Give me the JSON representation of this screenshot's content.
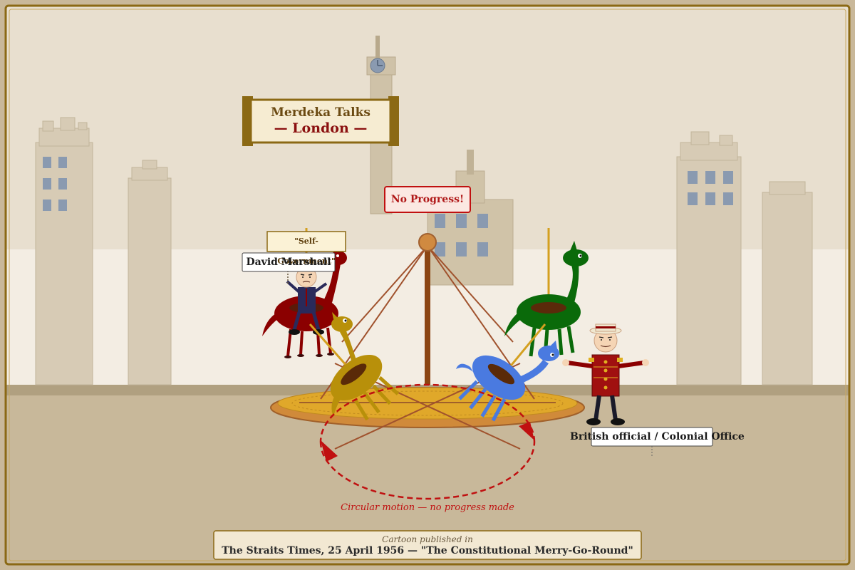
{
  "banner": {
    "line1": "Merdeka Talks",
    "line2": "— London —"
  },
  "speech": {
    "no_progress": "No Progress!"
  },
  "labels": {
    "self_government": "\"Self-Government\"",
    "david_marshall": "David Marshall",
    "british_official": "British official / Colonial Office"
  },
  "annotation": {
    "circular_motion": "Circular motion — no progress made"
  },
  "caption": {
    "published_in": "Cartoon published in",
    "source": "The Straits Times, 25 April 1956 — \"The Constitutional Merry-Go-Round\""
  },
  "colors": {
    "frame": "#8b6914",
    "sky": "#e8dfcf",
    "ground": "#c8b89a",
    "accent_red": "#c01010",
    "horse_red": "#8b0000",
    "horse_green": "#0a6a0a",
    "horse_blue": "#4a7ae0",
    "horse_gold": "#b8900a"
  }
}
